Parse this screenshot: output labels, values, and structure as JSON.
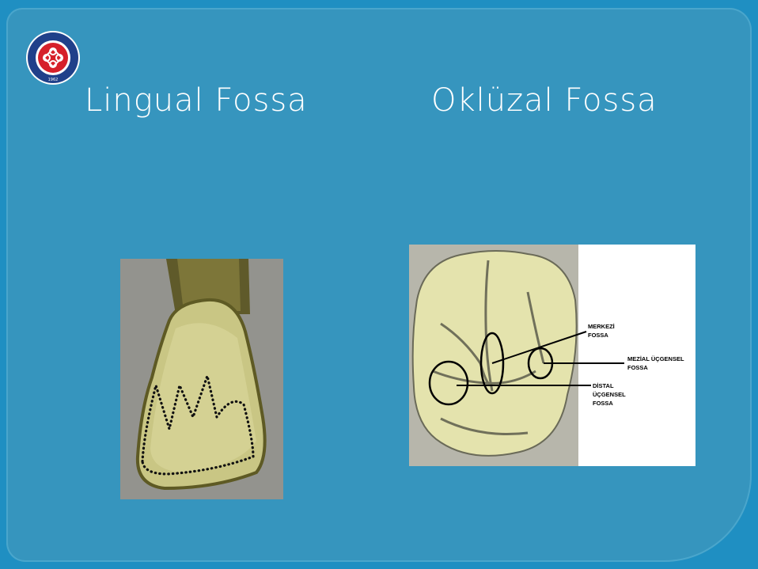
{
  "slide": {
    "title_left": "Lingual Fossa",
    "title_right": "Oklüzal Fossa"
  },
  "logo": {
    "year": "1962",
    "icon": "university-seal-icon"
  },
  "occlusal_diagram": {
    "labels": [
      {
        "line1": "MERKEZİ",
        "line2": "FOSSA"
      },
      {
        "line1": "MEZİAL ÜÇGENSEL",
        "line2": "FOSSA"
      },
      {
        "line1": "DİSTAL",
        "line2": "ÜÇGENSEL",
        "line3": "FOSSA"
      }
    ]
  },
  "colors": {
    "background": "#3695be",
    "title": "#ffffff",
    "tooth": "#e4e3ad"
  }
}
